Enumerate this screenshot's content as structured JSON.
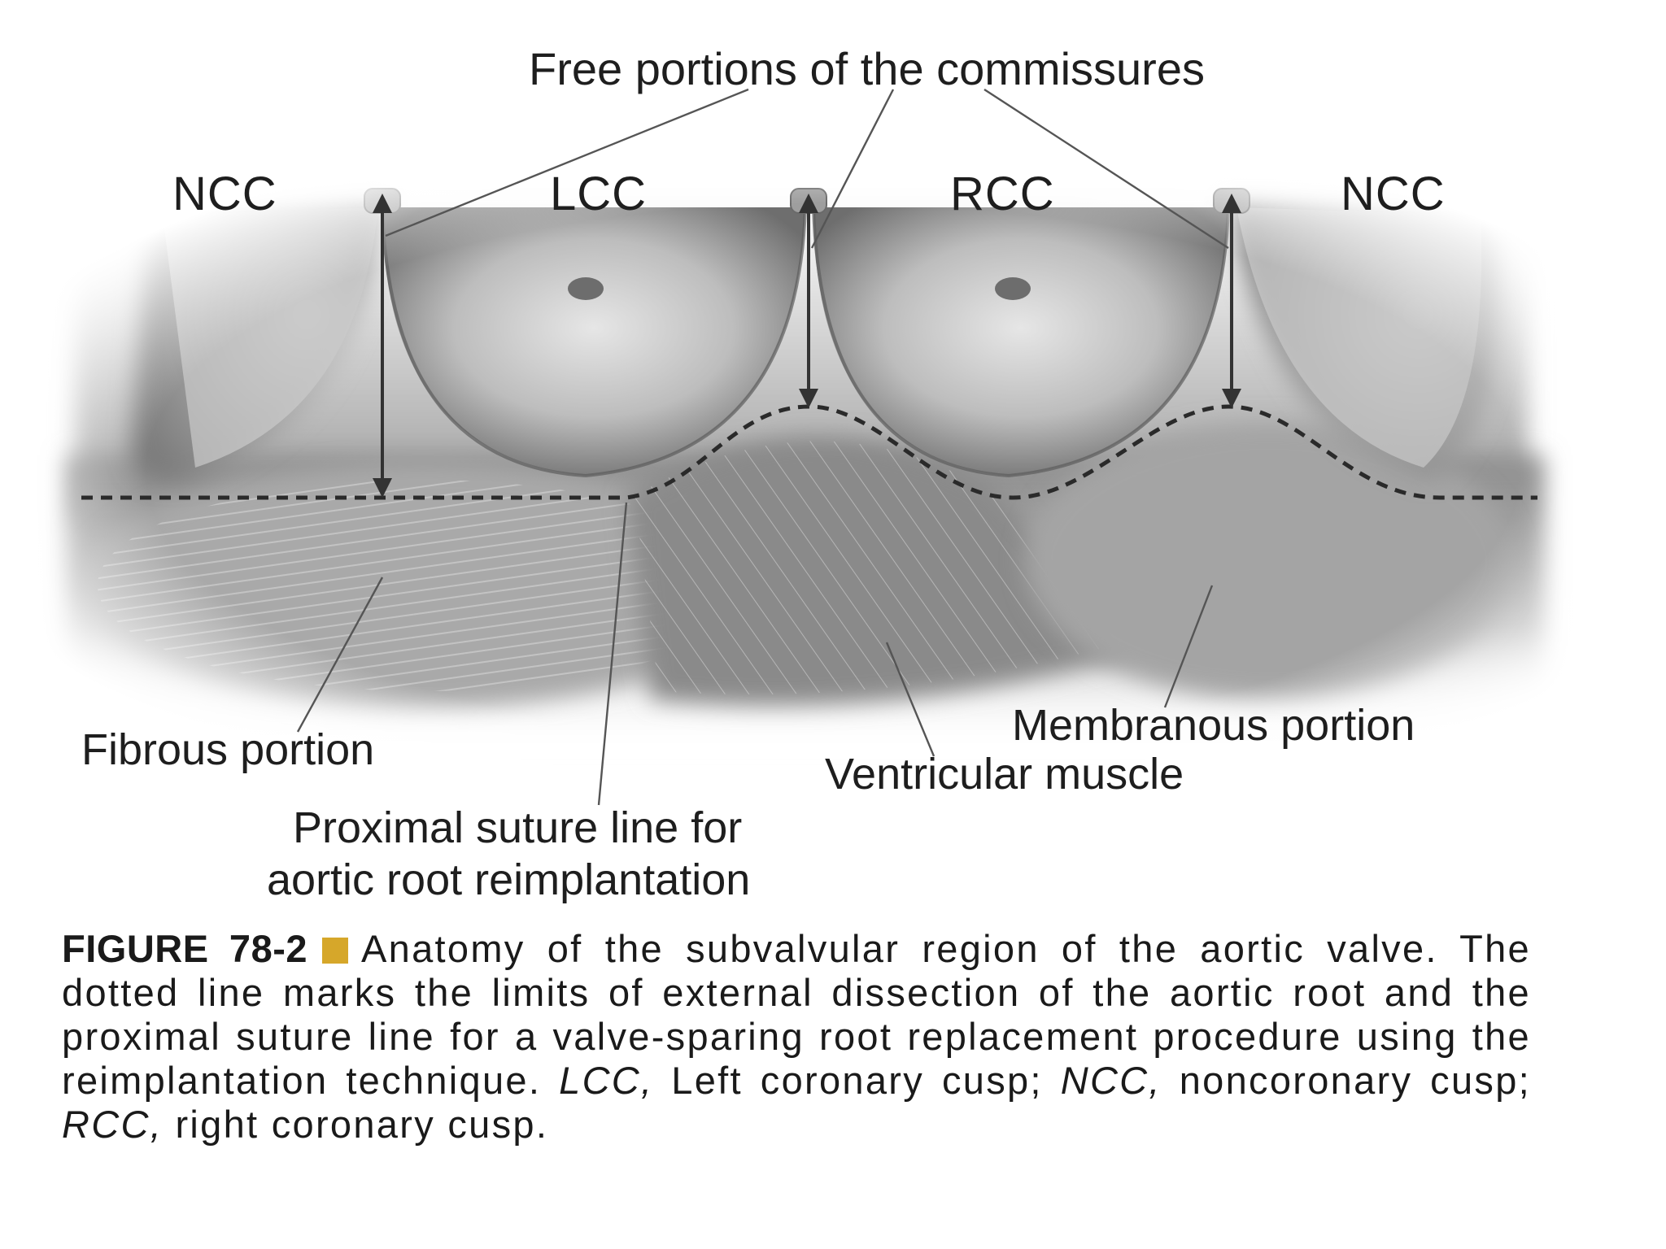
{
  "labels": {
    "top": "Free portions of the commissures",
    "cusps": [
      "NCC",
      "LCC",
      "RCC",
      "NCC"
    ],
    "fibrous": "Fibrous portion",
    "membranous": "Membranous portion",
    "ventricular": "Ventricular muscle",
    "suture_line1": "Proximal suture line for",
    "suture_line2": "aortic root reimplantation"
  },
  "caption": {
    "figure": "FIGURE 78-2",
    "text": "Anatomy of the subvalvular region of the aortic valve. The dotted line marks the limits of external dissection of the aortic root and the proximal suture line for a valve-sparing root replacement procedure using the reimplantation technique.",
    "abbr1": "LCC,",
    "def1": " Left coronary cusp; ",
    "abbr2": "NCC,",
    "def2": " noncoronary cusp;",
    "abbr3": "RCC,",
    "def3": " right coronary cusp."
  },
  "colors": {
    "accent_square": "#d6a72a"
  }
}
